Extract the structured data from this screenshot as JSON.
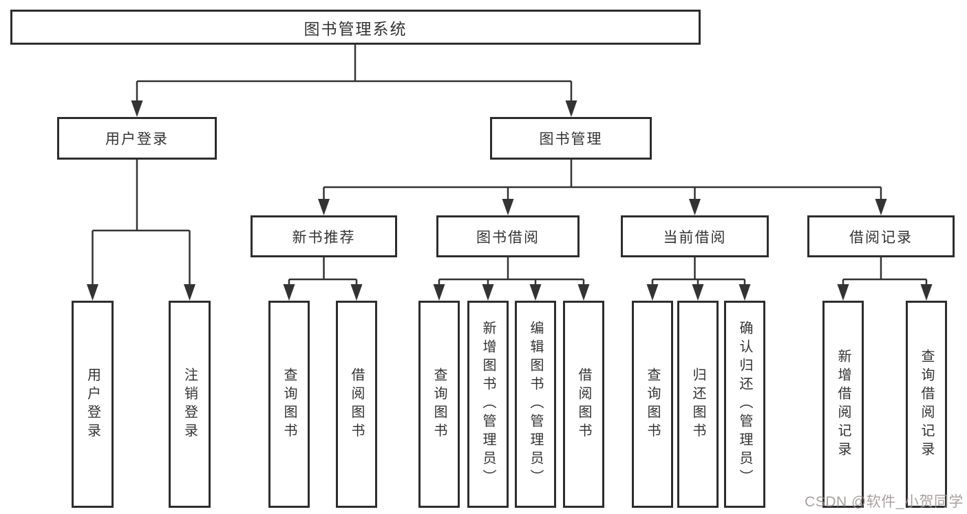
{
  "tree": {
    "root": {
      "label": "图书管理系统"
    },
    "branches": [
      {
        "label": "用户登录",
        "children": [
          {
            "label": "用户登录"
          },
          {
            "label": "注销登录"
          }
        ]
      },
      {
        "label": "图书管理",
        "groups": [
          {
            "label": "新书推荐",
            "children": [
              {
                "label": "查询图书"
              },
              {
                "label": "借阅图书"
              }
            ]
          },
          {
            "label": "图书借阅",
            "children": [
              {
                "label": "查询图书"
              },
              {
                "label": "新增图书（管理员）"
              },
              {
                "label": "编辑图书（管理员）"
              },
              {
                "label": "借阅图书"
              }
            ]
          },
          {
            "label": "当前借阅",
            "children": [
              {
                "label": "查询图书"
              },
              {
                "label": "归还图书"
              },
              {
                "label": "确认归还（管理员）"
              }
            ]
          },
          {
            "label": "借阅记录",
            "children": [
              {
                "label": "新增借阅记录"
              },
              {
                "label": "查询借阅记录"
              }
            ]
          }
        ]
      }
    ]
  },
  "watermark": {
    "text": "CSDN @软件_小贺同学"
  },
  "colors": {
    "line": "#333333",
    "box_border": "#2d2d2d",
    "text": "#333333",
    "background": "#ffffff",
    "watermark": "#998f8f"
  }
}
